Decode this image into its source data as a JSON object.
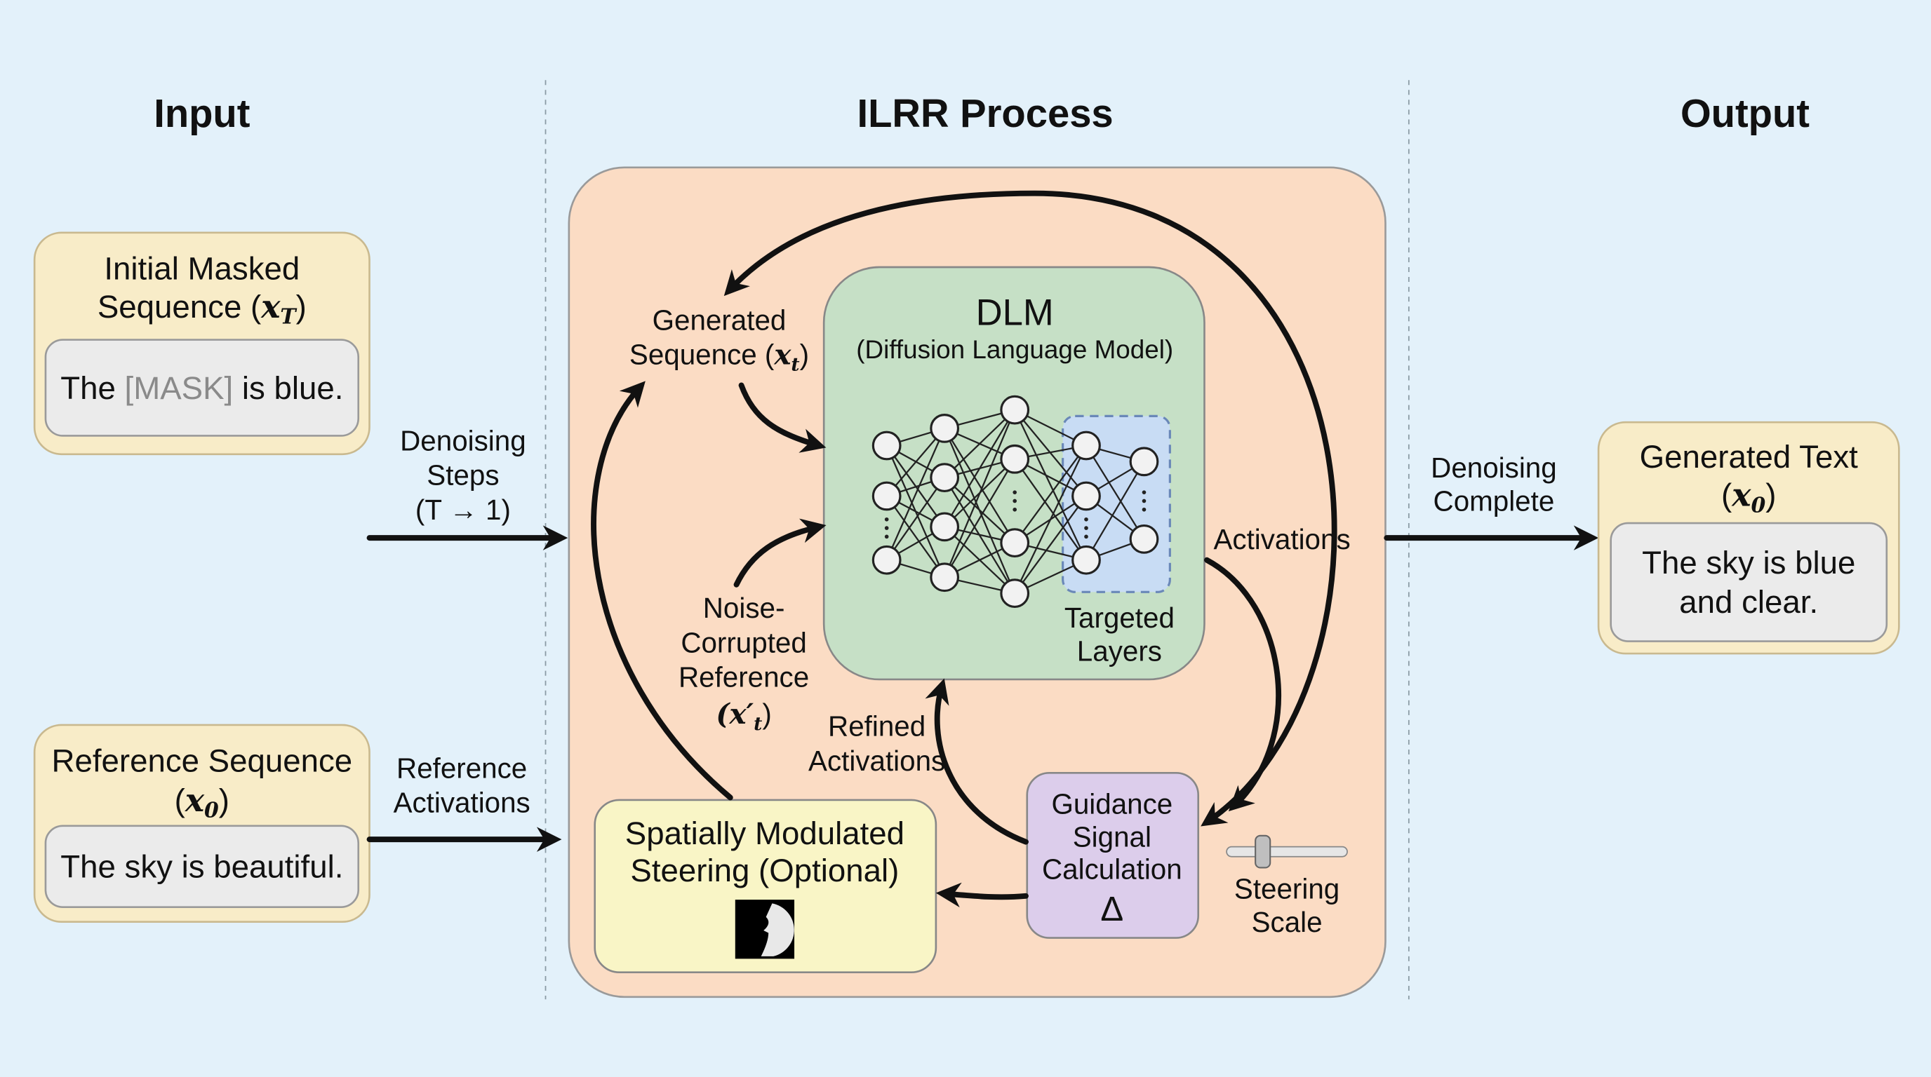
{
  "headings": {
    "input": "Input",
    "process": "ILRR Process",
    "output": "Output"
  },
  "input": {
    "masked": {
      "title_line1": "Initial Masked",
      "title_line2": "Sequence (",
      "math": "x",
      "sub": "T",
      "close": ")",
      "text_before": "The ",
      "mask": "[MASK]",
      "text_after": " is blue."
    },
    "reference": {
      "title_line1": "Reference Sequence",
      "open": "(",
      "math": "x",
      "sub": "0",
      "close": ")",
      "text": "The sky is beautiful."
    }
  },
  "arrows": {
    "denoising_steps": [
      "Denoising",
      "Steps",
      "(T → 1)"
    ],
    "reference_activations": [
      "Reference",
      "Activations"
    ],
    "denoising_complete": [
      "Denoising",
      "Complete"
    ]
  },
  "process": {
    "dlm": {
      "title": "DLM",
      "subtitle": "(Diffusion Language Model)",
      "targeted": [
        "Targeted",
        "Layers"
      ]
    },
    "generated_sequence": {
      "line1": "Generated",
      "line2": "Sequence (",
      "math": "x",
      "sub": "t",
      "close": ")"
    },
    "noise_reference": {
      "lines": [
        "Noise-",
        "Corrupted",
        "Reference"
      ],
      "math": "(x′",
      "sub": "t",
      "close": ")"
    },
    "refined_activations": [
      "Refined",
      "Activations"
    ],
    "activations": "Activations",
    "guidance": {
      "lines": [
        "Guidance",
        "Signal",
        "Calculation"
      ],
      "symbol": "Δ"
    },
    "steering": {
      "lines": [
        "Spatially Modulated",
        "Steering (Optional)"
      ],
      "icon": "mask-image-icon"
    },
    "steering_scale": {
      "lines": [
        "Steering",
        "Scale"
      ],
      "value": 0.3
    }
  },
  "output": {
    "title": "Generated Text",
    "open": "(",
    "math": "x",
    "sub": "0",
    "close": ")",
    "text": [
      "The sky is blue",
      "and clear."
    ]
  },
  "colors": {
    "background": "#e3f1fa",
    "input_box": "#f8ecc8",
    "process_panel": "#fbdcc4",
    "dlm": "#c6e0c6",
    "targeted": "#c8dcf4",
    "guidance": "#dccdeb",
    "steering": "#f9f5c6"
  }
}
